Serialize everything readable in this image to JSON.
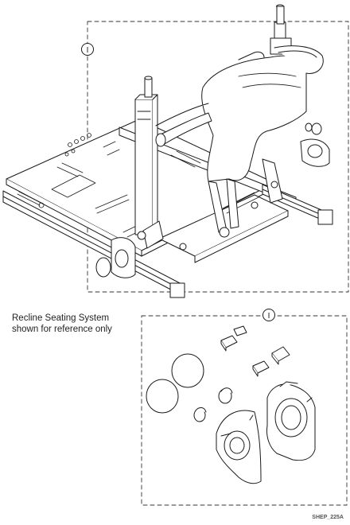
{
  "caption": {
    "line1": "Recline Seating System",
    "line2": "shown for reference only"
  },
  "callouts": {
    "top_label": "I",
    "bottom_label": "I"
  },
  "doc_ref": "SHEP_225A",
  "colors": {
    "line": "#1a1a1a",
    "fill": "#ffffff",
    "shade": "#d9d9d9",
    "dash": "#333333"
  }
}
